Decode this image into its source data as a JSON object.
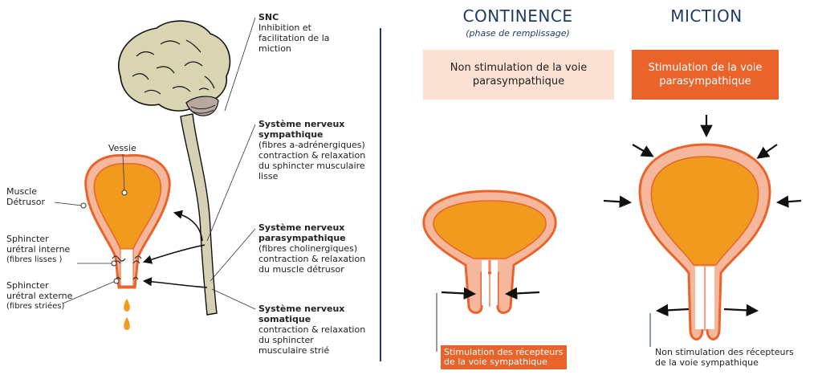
{
  "left_labels": {
    "vessie": "Vessie",
    "muscle_detrusor": [
      "Muscle",
      "Détrusor"
    ],
    "sphincter_interne": [
      "Sphincter",
      "urétral interne",
      "(fibres lisses )"
    ],
    "sphincter_externe": [
      "Sphincter",
      "urétral externe",
      "(fibres striées)"
    ]
  },
  "nerve_labels": {
    "snc": {
      "title": "SNC",
      "lines": [
        "Inhibition et",
        "facilitation de la",
        "miction"
      ]
    },
    "sympathique": {
      "title": [
        "Système nerveux",
        "sympathique"
      ],
      "lines": [
        "(fibres a-adrénergiques)",
        "contraction & relaxation",
        "du sphincter musculaire",
        "lisse"
      ]
    },
    "parasympathique": {
      "title": [
        "Système nerveux",
        "parasympathique"
      ],
      "lines": [
        "(fibres cholinergiques)",
        "contraction & relaxation",
        "du muscle détrusor"
      ]
    },
    "somatique": {
      "title": [
        "Système nerveux",
        "somatique"
      ],
      "lines": [
        "contraction & relaxation",
        "du sphincter",
        "musculaire strié"
      ]
    }
  },
  "continence": {
    "title": "CONTINENCE",
    "subtitle": "(phase de remplissage)",
    "box": [
      "Non stimulation de la voie",
      "parasympathique"
    ],
    "tag": [
      "Stimulation des récepteurs",
      "de la voie sympathique"
    ]
  },
  "miction": {
    "title": "MICTION",
    "box": [
      "Stimulation de la voie",
      "parasympathique"
    ],
    "tag": [
      "Non stimulation des récepteurs",
      "de la voie sympathique"
    ]
  },
  "colors": {
    "navy": "#1f3b63",
    "orange": "#e9632a",
    "bladder_fill": "#f09a1e",
    "bladder_wall": "#f6b89c",
    "pale_box": "#fbe1d3",
    "brain": "#d9d4b2"
  }
}
